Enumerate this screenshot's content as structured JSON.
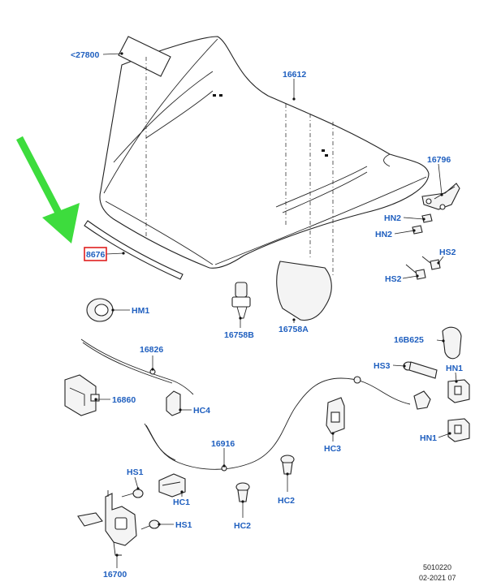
{
  "labels": {
    "l27800": "<27800",
    "l16612": "16612",
    "l16796": "16796",
    "hn2a": "HN2",
    "hn2b": "HN2",
    "hs2a": "HS2",
    "hs2b": "HS2",
    "l8676": "8676",
    "hm1": "HM1",
    "l16758b": "16758B",
    "l16758a": "16758A",
    "l16826": "16826",
    "l16b625": "16B625",
    "hs3": "HS3",
    "hn1a": "HN1",
    "hn1b": "HN1",
    "l16860": "16860",
    "hc4": "HC4",
    "hc3": "HC3",
    "l16916": "16916",
    "hs1a": "HS1",
    "hs1b": "HS1",
    "hc1": "HC1",
    "hc2a": "HC2",
    "hc2b": "HC2",
    "l16700": "16700"
  },
  "footer": {
    "drawing_number": "5010220",
    "date": "02-2021 07"
  },
  "colors": {
    "label": "#1f5fbf",
    "arrow": "#3ddc3d",
    "highlight": "#e0201f"
  }
}
